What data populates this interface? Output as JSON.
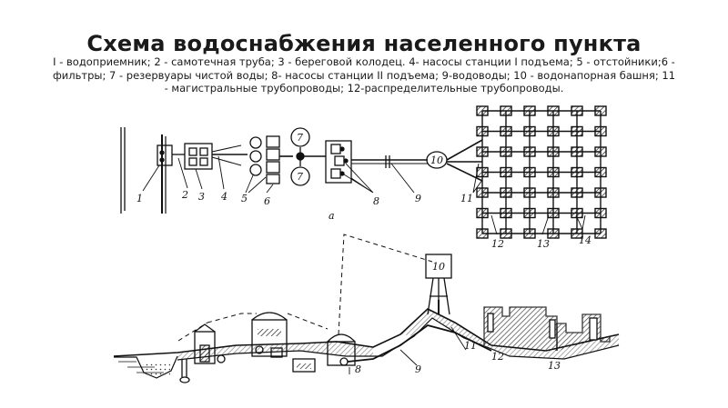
{
  "slide": {
    "title": "Схема водоснабжения населенного пункта",
    "caption": "I - водоприемник; 2 - самотечная труба; 3 - береговой колодец. 4- насосы станции I подъема; 5 - отстойники;6 - фильтры; 7 - резервуары чистой воды; 8- насосы станции  II подъема; 9-водоводы; 10 - водонапорная башня; 11 - магистральные трубопроводы;  12-распределительные трубопроводы."
  },
  "figure": {
    "plan_marker": "а",
    "plan_labels": [
      "1",
      "2",
      "3",
      "4",
      "5",
      "6",
      "8",
      "9",
      "11",
      "12",
      "13",
      "14"
    ],
    "reservoir_label": "7",
    "tower_label": "10",
    "profile_labels": [
      "8",
      "9",
      "11",
      "12",
      "13"
    ]
  }
}
